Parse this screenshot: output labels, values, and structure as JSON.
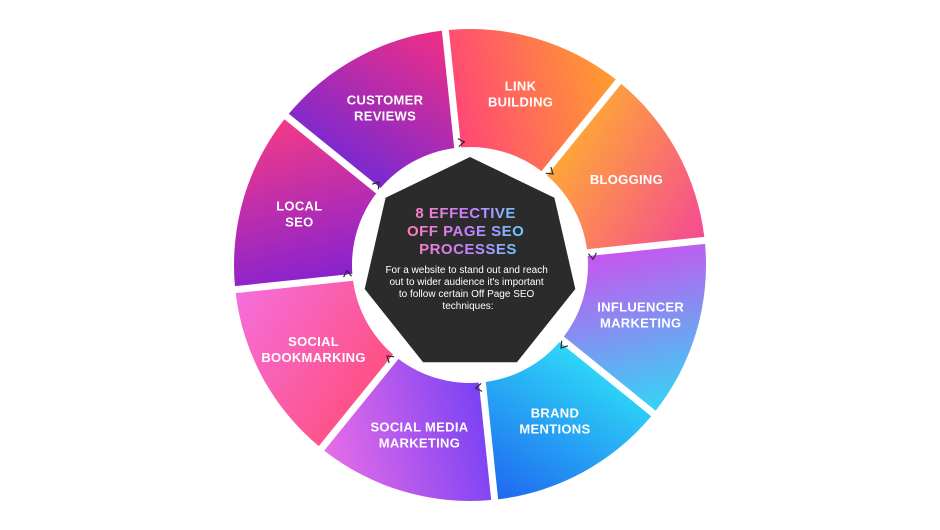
{
  "center": {
    "title_lines": [
      "8 EFFECTIVE",
      "OFF PAGE SEO",
      "PROCESSES"
    ],
    "body_lines": [
      "For a website to stand out and reach",
      "out to wider audience it's important",
      "to follow certain Off Page SEO",
      "techniques:"
    ]
  },
  "segments": [
    {
      "lines": [
        "LINK",
        "BUILDING"
      ],
      "colors": [
        "#ff3d7f",
        "#ffa726"
      ]
    },
    {
      "lines": [
        "BLOGGING"
      ],
      "colors": [
        "#ffb02e",
        "#f43f9e"
      ]
    },
    {
      "lines": [
        "INFLUENCER",
        "MARKETING"
      ],
      "colors": [
        "#d946ef",
        "#22e4f5"
      ]
    },
    {
      "lines": [
        "BRAND",
        "MENTIONS"
      ],
      "colors": [
        "#2fe3f7",
        "#1d5bf0"
      ]
    },
    {
      "lines": [
        "SOCIAL MEDIA",
        "MARKETING"
      ],
      "colors": [
        "#6d3df5",
        "#f472e6"
      ]
    },
    {
      "lines": [
        "SOCIAL",
        "BOOKMARKING"
      ],
      "colors": [
        "#ff4d7a",
        "#f472e6"
      ]
    },
    {
      "lines": [
        "LOCAL",
        "SEO"
      ],
      "colors": [
        "#7c1fd8",
        "#ff3d7f"
      ]
    },
    {
      "lines": [
        "CUSTOMER",
        "REVIEWS"
      ],
      "colors": [
        "#6d28d9",
        "#ff2f7d"
      ]
    }
  ],
  "colors": {
    "hub": "#2b2b2b",
    "title_gradient": [
      "#ff7eb6",
      "#c77dff",
      "#5fd3ff"
    ]
  }
}
